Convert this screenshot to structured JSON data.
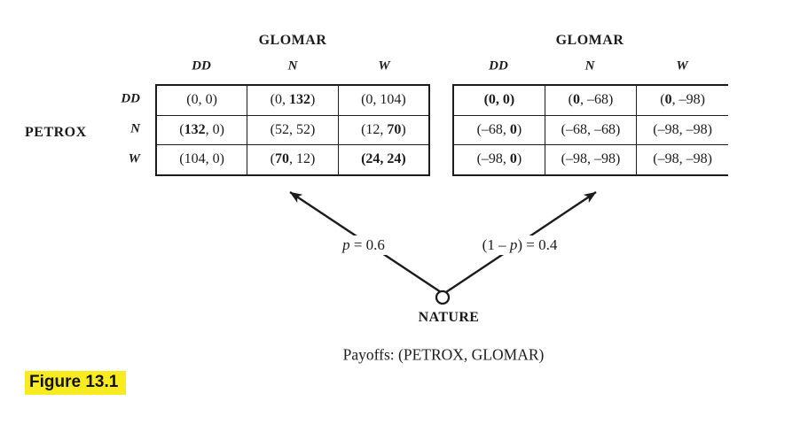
{
  "figure_label": "Figure 13.1",
  "payoff_note": "Payoffs: (PETROX, GLOMAR)",
  "players": {
    "row": "PETROX",
    "column": "GLOMAR"
  },
  "strategies": [
    "DD",
    "N",
    "W"
  ],
  "nature": {
    "node_label": "NATURE",
    "left_branch_prob": "*p* = 0.6",
    "right_branch_prob": "(1 – *p*) = 0.4"
  },
  "matrices": {
    "left": {
      "title": "GLOMAR",
      "cells": [
        [
          "(0, 0)",
          "(0, **132**)",
          "(0, 104)"
        ],
        [
          "(**132**, 0)",
          "(52, 52)",
          "(12, **70**)"
        ],
        [
          "(104, 0)",
          "(**70**, 12)",
          "**(24, 24)**"
        ]
      ]
    },
    "right": {
      "title": "GLOMAR",
      "cells": [
        [
          "**(0, 0)**",
          "(**0**, –68)",
          "(**0**, –98)"
        ],
        [
          "(–68, **0**)",
          "(–68, –68)",
          "(–98, –98)"
        ],
        [
          "(–98, **0**)",
          "(–98, –98)",
          "(–98, –98)"
        ]
      ]
    }
  },
  "colors": {
    "ink": "#1c1c1c",
    "highlight": "#f8ec20"
  }
}
